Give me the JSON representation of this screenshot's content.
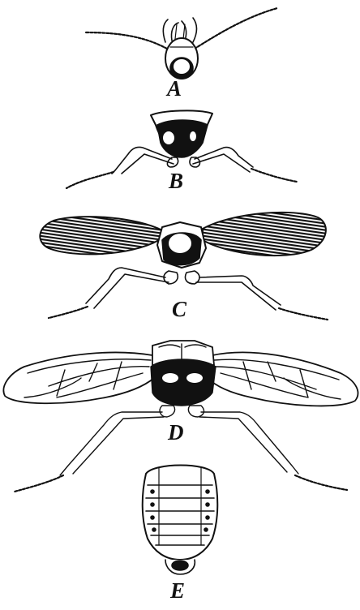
{
  "figure": {
    "labels": [
      {
        "id": "A",
        "text": "A"
      },
      {
        "id": "B",
        "text": "B"
      },
      {
        "id": "C",
        "text": "C"
      },
      {
        "id": "D",
        "text": "D"
      },
      {
        "id": "E",
        "text": "E"
      }
    ]
  }
}
